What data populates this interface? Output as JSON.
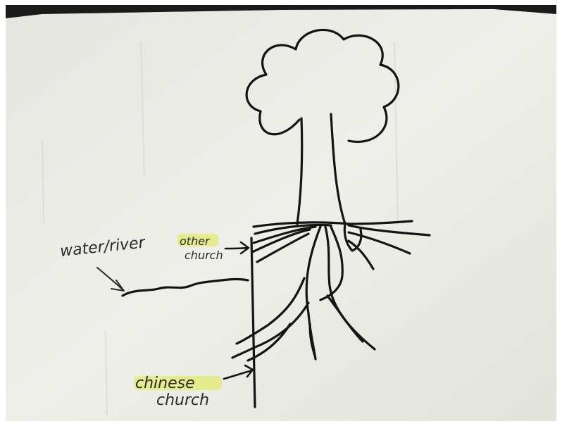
{
  "labels": {
    "water": "water/river",
    "other_church_line1": "other",
    "other_church_line2": "church",
    "chinese_church_line1": "chinese",
    "chinese_church_line2": "church"
  },
  "colors": {
    "ink": "#141414",
    "paper": "#ebebe6",
    "highlight": "#e2eb6e",
    "top_shadow": "#1a1a1a"
  }
}
